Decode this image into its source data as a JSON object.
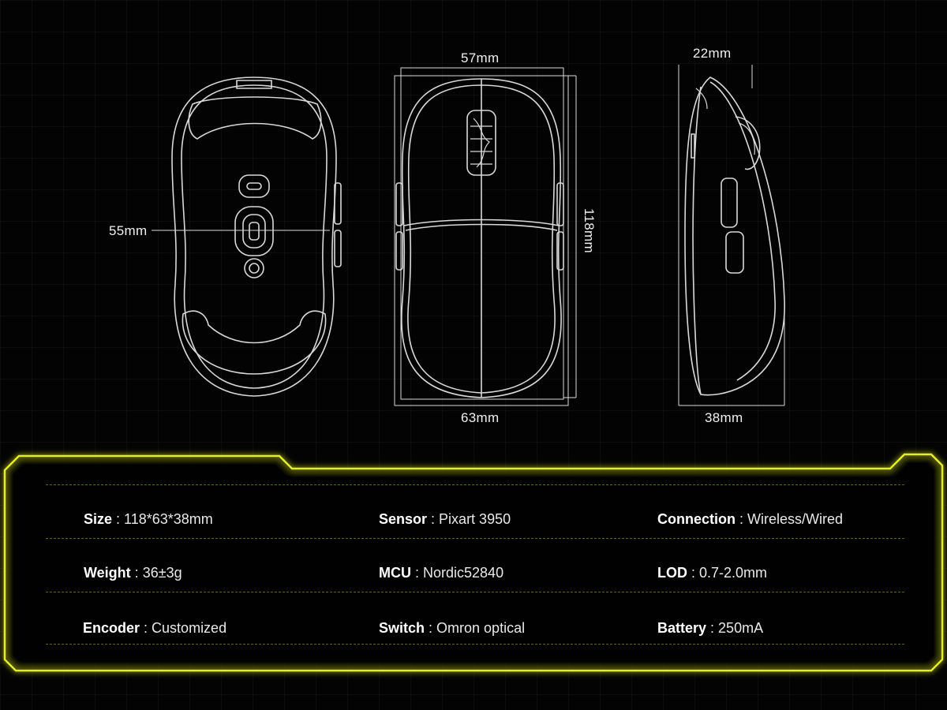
{
  "dimensions": {
    "bottom_view_width": "55mm",
    "top_view_grip_width": "57mm",
    "top_view_length": "118mm",
    "top_view_width": "63mm",
    "side_view_top": "22mm",
    "side_view_height": "38mm"
  },
  "specs": [
    {
      "label": "Size",
      "value": "118*63*38mm"
    },
    {
      "label": "Sensor",
      "value": "Pixart 3950"
    },
    {
      "label": "Connection",
      "value": "Wireless/Wired"
    },
    {
      "label": "Weight",
      "value": "36±3g"
    },
    {
      "label": "MCU",
      "value": "Nordic52840"
    },
    {
      "label": "LOD",
      "value": "0.7-2.0mm"
    },
    {
      "label": "Encoder",
      "value": "Customized"
    },
    {
      "label": "Switch",
      "value": "Omron optical"
    },
    {
      "label": "Battery",
      "value": "250mA"
    }
  ],
  "separator": " : ",
  "colors": {
    "panel_border": "#e5ef1c",
    "background": "#030303",
    "line_art": "#d8d8d8"
  }
}
